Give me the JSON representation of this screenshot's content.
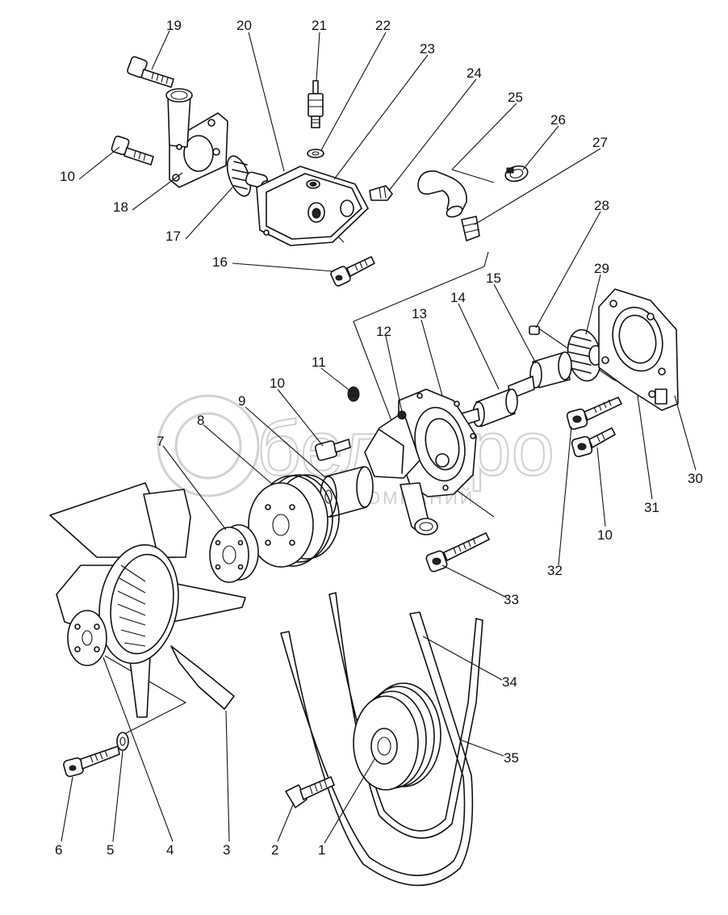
{
  "watermark": {
    "logo_text": "бельпро",
    "subtitle": "ГРУППА КОМПАНИЙ"
  },
  "callouts": [
    "1",
    "2",
    "3",
    "4",
    "5",
    "6",
    "7",
    "8",
    "9",
    "10",
    "11",
    "12",
    "13",
    "14",
    "15",
    "16",
    "17",
    "18",
    "19",
    "20",
    "21",
    "22",
    "23",
    "24",
    "25",
    "26",
    "27",
    "28",
    "29",
    "30",
    "31",
    "32",
    "33",
    "34",
    "35"
  ],
  "repeated_callouts": {
    "10_b": "10",
    "10_c": "10"
  }
}
